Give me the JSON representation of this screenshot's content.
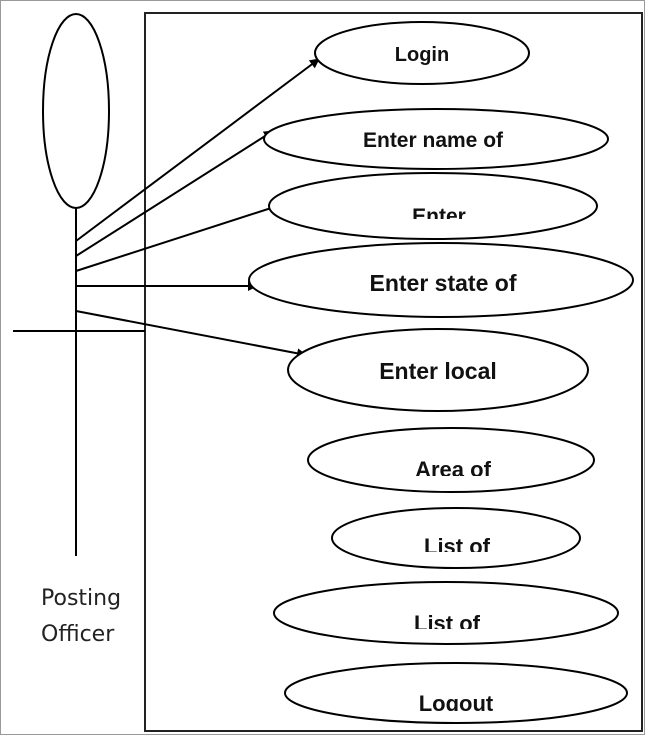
{
  "actor": {
    "label_line1": "Posting",
    "label_line2": "Officer"
  },
  "use_cases": [
    {
      "label": "Login"
    },
    {
      "label": "Enter name of"
    },
    {
      "label": "Enter"
    },
    {
      "label": "Enter state of"
    },
    {
      "label": "Enter local"
    },
    {
      "label": "Area of"
    },
    {
      "label": "List of"
    },
    {
      "label": "List of"
    },
    {
      "label": "Logout"
    }
  ]
}
